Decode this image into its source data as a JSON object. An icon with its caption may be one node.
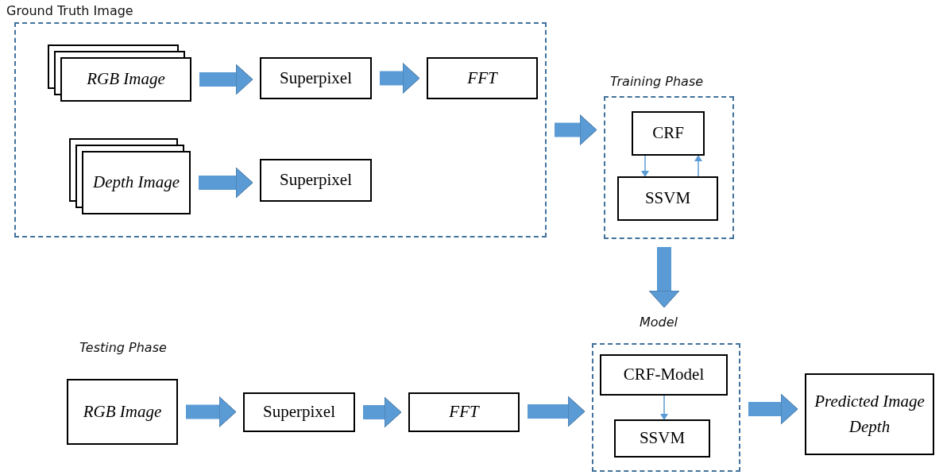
{
  "diagram": {
    "nodes": [
      {
        "text": [
          "Ground Truth Image"
        ]
      },
      {
        "text": [
          "RGB Image"
        ],
        "in": 0
      },
      {
        "text": [
          "Superpixel"
        ],
        "in": 0
      },
      {
        "text": [
          "FFT"
        ],
        "in": 0
      },
      {
        "text": [
          "Depth Image"
        ],
        "in": 0
      },
      {
        "text": [
          "Superpixel"
        ],
        "in": 0
      },
      {
        "text": [
          "Training Phase"
        ]
      },
      {
        "text": [
          "CRF"
        ],
        "in": 6
      },
      {
        "text": [
          "SSVM"
        ],
        "in": 6
      },
      {
        "text": [
          "Model"
        ]
      },
      {
        "text": [
          "CRF-Model"
        ],
        "in": 9
      },
      {
        "text": [
          "SSVM"
        ],
        "in": 9
      },
      {
        "text": [
          "RGB Image"
        ]
      },
      {
        "text": [
          "Superpixel"
        ]
      },
      {
        "text": [
          "FFT"
        ]
      },
      {
        "text": [
          "Predicted Image Depth"
        ]
      }
    ],
    "edges": [
      {
        "from": 1,
        "to": 2,
        "arrow": "to"
      },
      {
        "from": 2,
        "to": 3,
        "arrow": "to"
      },
      {
        "from": 4,
        "to": 5,
        "arrow": "to"
      },
      {
        "from": 0,
        "to": 6,
        "arrow": "to"
      },
      {
        "from": 7,
        "to": 8,
        "arrow": "to"
      },
      {
        "from": 8,
        "to": 7,
        "arrow": "to"
      },
      {
        "from": 6,
        "to": 9,
        "arrow": "to"
      },
      {
        "from": 12,
        "to": 13,
        "arrow": "to"
      },
      {
        "from": 13,
        "to": 14,
        "arrow": "to"
      },
      {
        "from": 14,
        "to": 9,
        "arrow": "to"
      },
      {
        "from": 10,
        "to": 11,
        "arrow": "to"
      },
      {
        "from": 9,
        "to": 15,
        "arrow": "to"
      }
    ],
    "labels": [
      "Testing Phase"
    ]
  }
}
